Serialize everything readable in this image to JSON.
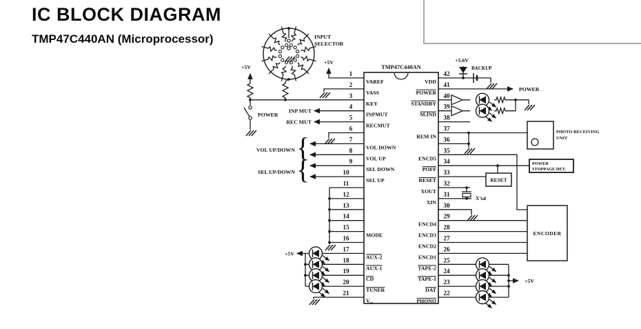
{
  "header": {
    "title": "IC BLOCK DIAGRAM",
    "subtitle": "TMP47C440AN (Microprocessor)"
  },
  "colors": {
    "ink": "#1a1a1a",
    "paper": "#ffffff",
    "faint_box_border": "#a8a8a8"
  },
  "ic": {
    "name": "TMP47C440AN",
    "left_pins": [
      {
        "num": "1",
        "label": "VAREF"
      },
      {
        "num": "2",
        "label": "VASS"
      },
      {
        "num": "3",
        "label": "KEY"
      },
      {
        "num": "4",
        "label": "INPMUT"
      },
      {
        "num": "5",
        "label": "RECMUT"
      },
      {
        "num": "6",
        "label": ""
      },
      {
        "num": "7",
        "label": "VOL DOWN"
      },
      {
        "num": "8",
        "label": "VOL UP"
      },
      {
        "num": "9",
        "label": "SEL DOWN"
      },
      {
        "num": "10",
        "label": "SEL UP"
      },
      {
        "num": "11",
        "label": ""
      },
      {
        "num": "12",
        "label": ""
      },
      {
        "num": "13",
        "label": ""
      },
      {
        "num": "14",
        "label": ""
      },
      {
        "num": "15",
        "label": "MODE"
      },
      {
        "num": "16",
        "label": ""
      },
      {
        "num": "17",
        "label": "AUX-2",
        "overline": true
      },
      {
        "num": "18",
        "label": "AUX-1",
        "overline": true
      },
      {
        "num": "19",
        "label": "CD",
        "overline": true
      },
      {
        "num": "20",
        "label": "TUNER",
        "overline": true
      },
      {
        "num": "21",
        "label": "Vss"
      }
    ],
    "right_pins": [
      {
        "num": "42",
        "label": "VDD"
      },
      {
        "num": "41",
        "label": "POWER",
        "overline": true
      },
      {
        "num": "40",
        "label": "STANDBY",
        "overline": true
      },
      {
        "num": "39",
        "label": "M.IND",
        "overline": true
      },
      {
        "num": "38",
        "label": ""
      },
      {
        "num": "37",
        "label": "REM IN"
      },
      {
        "num": "36",
        "label": ""
      },
      {
        "num": "35",
        "label": "ENCD5"
      },
      {
        "num": "34",
        "label": "POFF",
        "overline": true
      },
      {
        "num": "33",
        "label": "RESET",
        "overline": true
      },
      {
        "num": "32",
        "label": "XOUT"
      },
      {
        "num": "31",
        "label": "XIN"
      },
      {
        "num": "30",
        "label": ""
      },
      {
        "num": "29",
        "label": "ENCD4"
      },
      {
        "num": "28",
        "label": "ENCD3"
      },
      {
        "num": "27",
        "label": "ENCD2"
      },
      {
        "num": "26",
        "label": "ENCD1"
      },
      {
        "num": "25",
        "label": "TAPE-2",
        "overline": true
      },
      {
        "num": "24",
        "label": "TAPE-1",
        "overline": true
      },
      {
        "num": "23",
        "label": "DAT",
        "overline": true
      },
      {
        "num": "22",
        "label": "PHONO",
        "overline": true
      }
    ]
  },
  "labels": {
    "input_selector": [
      "INPUT",
      "SELECTOR"
    ],
    "supply_5v": "+5V",
    "supply_5v6": "+5.6V",
    "power_switch": "POWER",
    "inp_mut": "INP MUT",
    "rec_mut": "REC MUT",
    "vol_up_down": "VOL UP/DOWN",
    "sel_up_down": "SEL UP/DOWN",
    "backup": "BACKUP",
    "power_line_out": "POWER",
    "xtal": "X'tal"
  },
  "blocks": {
    "photo_receiving_unit": [
      "PHOTO RECEIVING",
      "UNIT"
    ],
    "power_stoppage_det": [
      "POWER",
      "STOPPAGE DET."
    ],
    "reset": "RESET",
    "encoder": "ENCODER"
  }
}
